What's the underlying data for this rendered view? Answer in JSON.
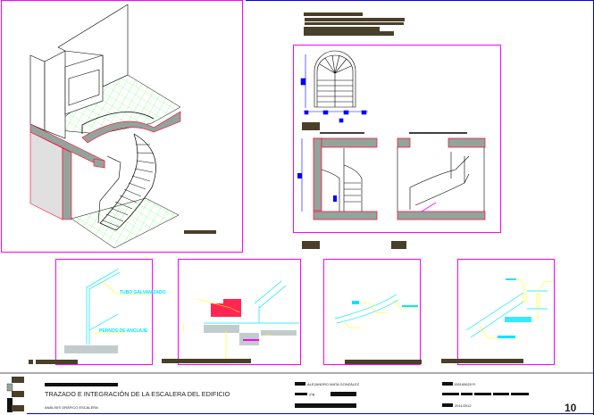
{
  "sheet": {
    "number": "10",
    "title": "TRAZADO E INTEGRACIÓN DE LA ESCALERA DEL EDIFICIO",
    "subtitle": "ANÁLISIS GRÁFICO ESCALERA",
    "author": "ALEJANDRO MATA GONZÁLEZ",
    "id_code": "155165629 R",
    "group": "2ºB",
    "year": "2011/2012"
  },
  "details": {
    "tube_label": "TUBO GALVANIZADO",
    "anchor_label": "PERNOS DE ANCLAJE"
  },
  "colors": {
    "frame": "#ff00ff",
    "section": "#ff0033",
    "fill": "#93a49c",
    "grid": "#66ff66",
    "annotation": "#00e5ff",
    "leader": "#ffff00",
    "dimension": "#0000ff",
    "redacted": "#4a3f28"
  }
}
